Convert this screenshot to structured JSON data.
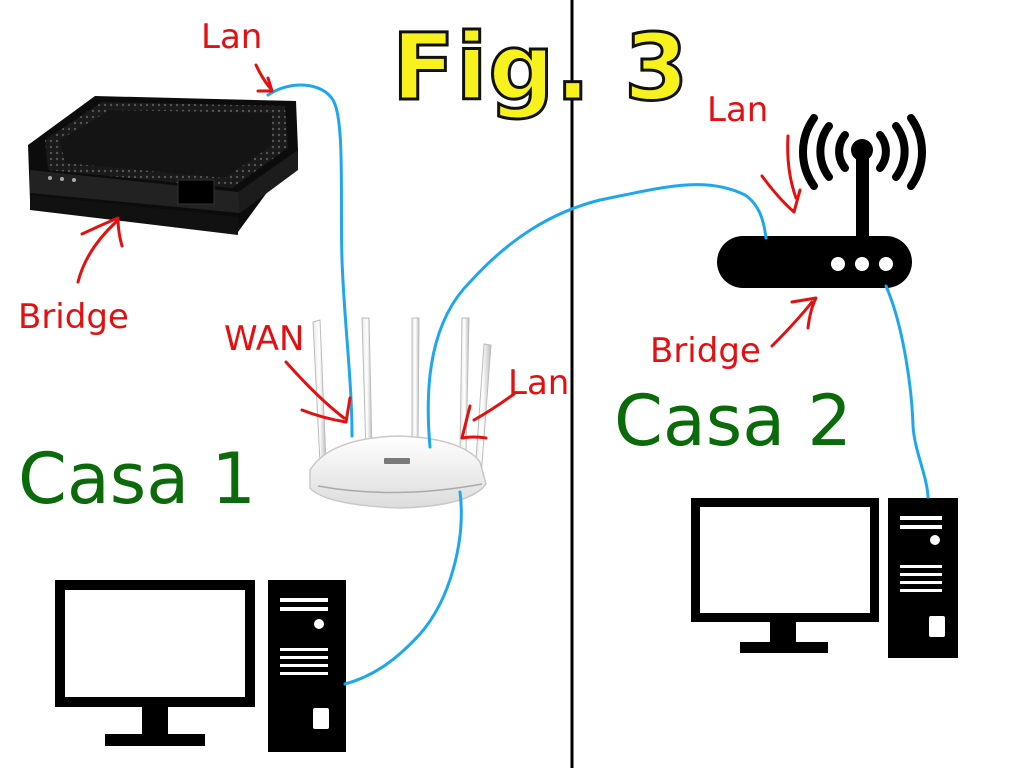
{
  "title": "Fig. 3",
  "labels": {
    "casa1": "Casa 1",
    "casa2": "Casa 2",
    "lan_modem": "Lan",
    "bridge_modem": "Bridge",
    "wan_router": "WAN",
    "lan_router": "Lan",
    "lan_ap": "Lan",
    "bridge_ap": "Bridge"
  },
  "colors": {
    "title_fill": "#f7f21d",
    "title_outline": "#111111",
    "annotation": "#e60f0f",
    "house_label": "#0b6b0b",
    "cable": "#1ea7ee",
    "divider": "#000000"
  },
  "icons": {
    "modem": "modem-icon",
    "router": "wifi-router-icon",
    "access_point": "wireless-access-point-icon",
    "computer_left": "desktop-computer-icon",
    "computer_right": "desktop-computer-icon"
  }
}
